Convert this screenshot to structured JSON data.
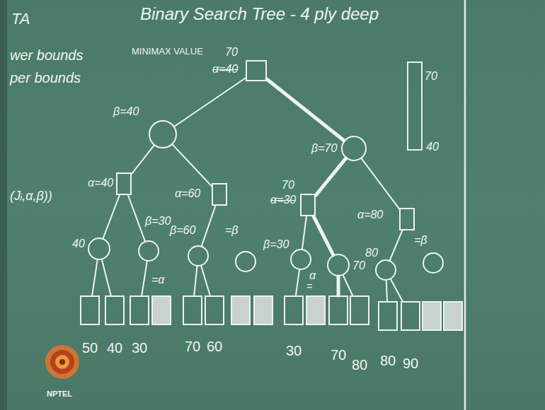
{
  "diagram": {
    "title": "Binary Search Tree - 4 ply deep",
    "nodes": [
      {
        "text": [
          "70",
          "α=40"
        ]
      },
      {
        "text": [
          "β=40"
        ]
      },
      {
        "text": [
          "β=70"
        ]
      },
      {
        "text": [
          "α=40"
        ]
      },
      {
        "text": [
          "α=60"
        ]
      },
      {
        "text": [
          "70",
          "α=30"
        ]
      },
      {
        "text": [
          "α=80"
        ]
      },
      {
        "text": [
          "40"
        ]
      },
      {
        "text": [
          "β=30"
        ]
      },
      {
        "text": [
          "β=60"
        ]
      },
      {
        "text": []
      },
      {
        "text": [
          "β=30"
        ]
      },
      {
        "text": [
          "70"
        ]
      },
      {
        "text": [
          "80"
        ]
      },
      {
        "text": []
      },
      {
        "text": [
          "50"
        ]
      },
      {
        "text": [
          "40"
        ]
      },
      {
        "text": [
          "30"
        ]
      },
      {
        "text": []
      },
      {
        "text": [
          "70"
        ]
      },
      {
        "text": [
          "60"
        ]
      },
      {
        "text": []
      },
      {
        "text": []
      },
      {
        "text": [
          "30"
        ]
      },
      {
        "text": []
      },
      {
        "text": [
          "70"
        ]
      },
      {
        "text": [
          "80"
        ]
      },
      {
        "text": [
          "80"
        ]
      },
      {
        "text": [
          "90"
        ]
      },
      {
        "text": []
      },
      {
        "text": []
      }
    ],
    "edges": [
      {
        "from": 0,
        "to": 1,
        "arrow": "none"
      },
      {
        "from": 0,
        "to": 2,
        "arrow": "none"
      },
      {
        "from": 1,
        "to": 3,
        "arrow": "none"
      },
      {
        "from": 1,
        "to": 4,
        "arrow": "none"
      },
      {
        "from": 2,
        "to": 5,
        "arrow": "none"
      },
      {
        "from": 2,
        "to": 6,
        "arrow": "none"
      },
      {
        "from": 3,
        "to": 7,
        "arrow": "none"
      },
      {
        "from": 3,
        "to": 8,
        "arrow": "none"
      },
      {
        "from": 4,
        "to": 9,
        "arrow": "none"
      },
      {
        "from": 5,
        "to": 11,
        "arrow": "none"
      },
      {
        "from": 5,
        "to": 12,
        "arrow": "none"
      },
      {
        "from": 6,
        "to": 13,
        "arrow": "none"
      },
      {
        "from": 7,
        "to": 15,
        "arrow": "none"
      },
      {
        "from": 7,
        "to": 16,
        "arrow": "none"
      },
      {
        "from": 8,
        "to": 17,
        "arrow": "none"
      },
      {
        "from": 9,
        "to": 19,
        "arrow": "none"
      },
      {
        "from": 9,
        "to": 20,
        "arrow": "none"
      },
      {
        "from": 11,
        "to": 23,
        "arrow": "none"
      },
      {
        "from": 12,
        "to": 25,
        "arrow": "none"
      },
      {
        "from": 12,
        "to": 26,
        "arrow": "none"
      },
      {
        "from": 13,
        "to": 27,
        "arrow": "none"
      },
      {
        "from": 13,
        "to": 28,
        "arrow": "none"
      }
    ],
    "labels": [
      "TA",
      "wer bounds",
      "per bounds",
      "MINIMAX VALUE",
      "(Jᵢ,α,β))",
      "70",
      "40",
      "=α",
      "=β",
      "α",
      "=",
      "=β",
      "NPTEL"
    ]
  }
}
